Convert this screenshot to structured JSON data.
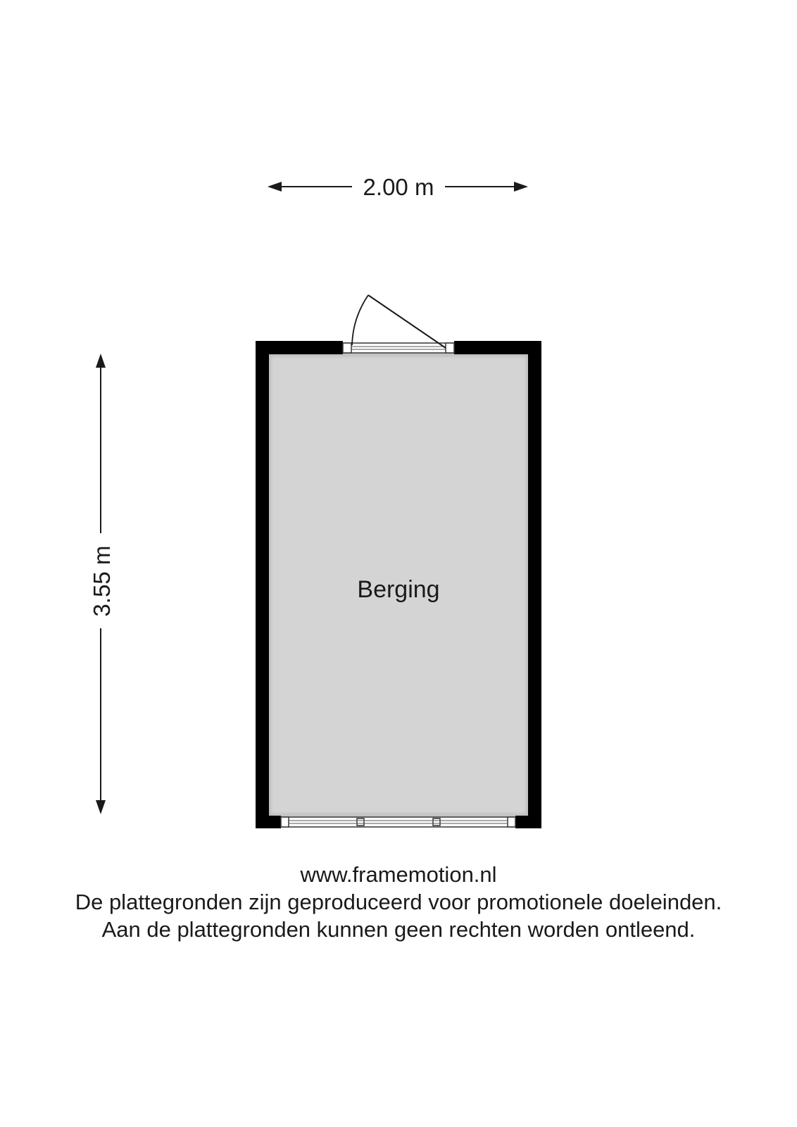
{
  "dimensions": {
    "width_label": "2.00 m",
    "height_label": "3.55 m"
  },
  "room": {
    "name": "Berging"
  },
  "footer": {
    "website": "www.framemotion.nl",
    "disclaimer_line1": "De plattegronden zijn geproduceerd voor promotionele doeleinden.",
    "disclaimer_line2": "Aan de plattegronden kunnen geen rechten worden ontleend."
  },
  "colors": {
    "wall": "#000000",
    "floor": "#d4d4d4",
    "text": "#1a1a1a",
    "background": "#ffffff"
  }
}
